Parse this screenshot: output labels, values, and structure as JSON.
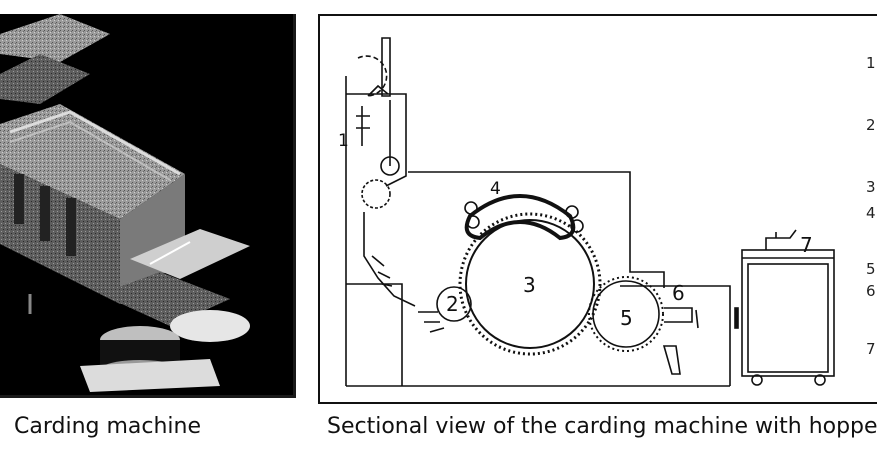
{
  "captions": {
    "left": "Carding machine",
    "right": "Sectional view of the carding machine with hopper"
  },
  "diagram": {
    "part_labels": [
      "1",
      "2",
      "3",
      "4",
      "5",
      "6",
      "7"
    ],
    "legend_numbers": [
      "1",
      "2",
      "3",
      "4",
      "5",
      "6",
      "7"
    ]
  },
  "colors": {
    "ink": "#111111",
    "photo_background": "#000000"
  }
}
